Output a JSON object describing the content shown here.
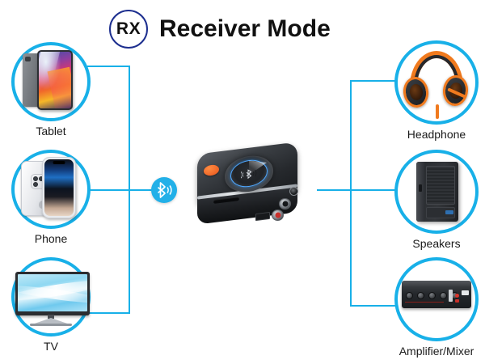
{
  "header": {
    "badge_text": "RX",
    "badge_icon": "rx-circle-icon",
    "title": "Receiver Mode",
    "badge_color": "#1d2f8f"
  },
  "theme": {
    "accent": "#18b0e8",
    "line_color": "#18b0e8",
    "background": "#ffffff",
    "text_color": "#1a1a1a",
    "bluetooth_blue": "#22b0e8",
    "button_orange": "#e8551c",
    "dial_glow": "#4fa8ff"
  },
  "center_device": {
    "name": "bluetooth-audio-receiver",
    "icon": "bluetooth-glyph",
    "ports": [
      "aux-3.5mm-jack",
      "rca-white",
      "rca-red",
      "usb-port",
      "sd-card-slot"
    ],
    "pair_button": "pair-button"
  },
  "bluetooth_link": {
    "icon": "bluetooth-signal-icon",
    "label": ""
  },
  "sources": {
    "side": "input",
    "items": [
      {
        "id": "tablet",
        "label": "Tablet",
        "icon": "tablet-icon"
      },
      {
        "id": "phone",
        "label": "Phone",
        "icon": "smartphone-icon"
      },
      {
        "id": "tv",
        "label": "TV",
        "icon": "television-icon"
      }
    ]
  },
  "outputs": {
    "side": "output",
    "items": [
      {
        "id": "headphone",
        "label": "Headphone",
        "icon": "headphones-icon"
      },
      {
        "id": "speakers",
        "label": "Speakers",
        "icon": "speaker-cabinet-icon"
      },
      {
        "id": "amplifier",
        "label": "Amplifier/Mixer",
        "icon": "amplifier-icon"
      }
    ]
  }
}
